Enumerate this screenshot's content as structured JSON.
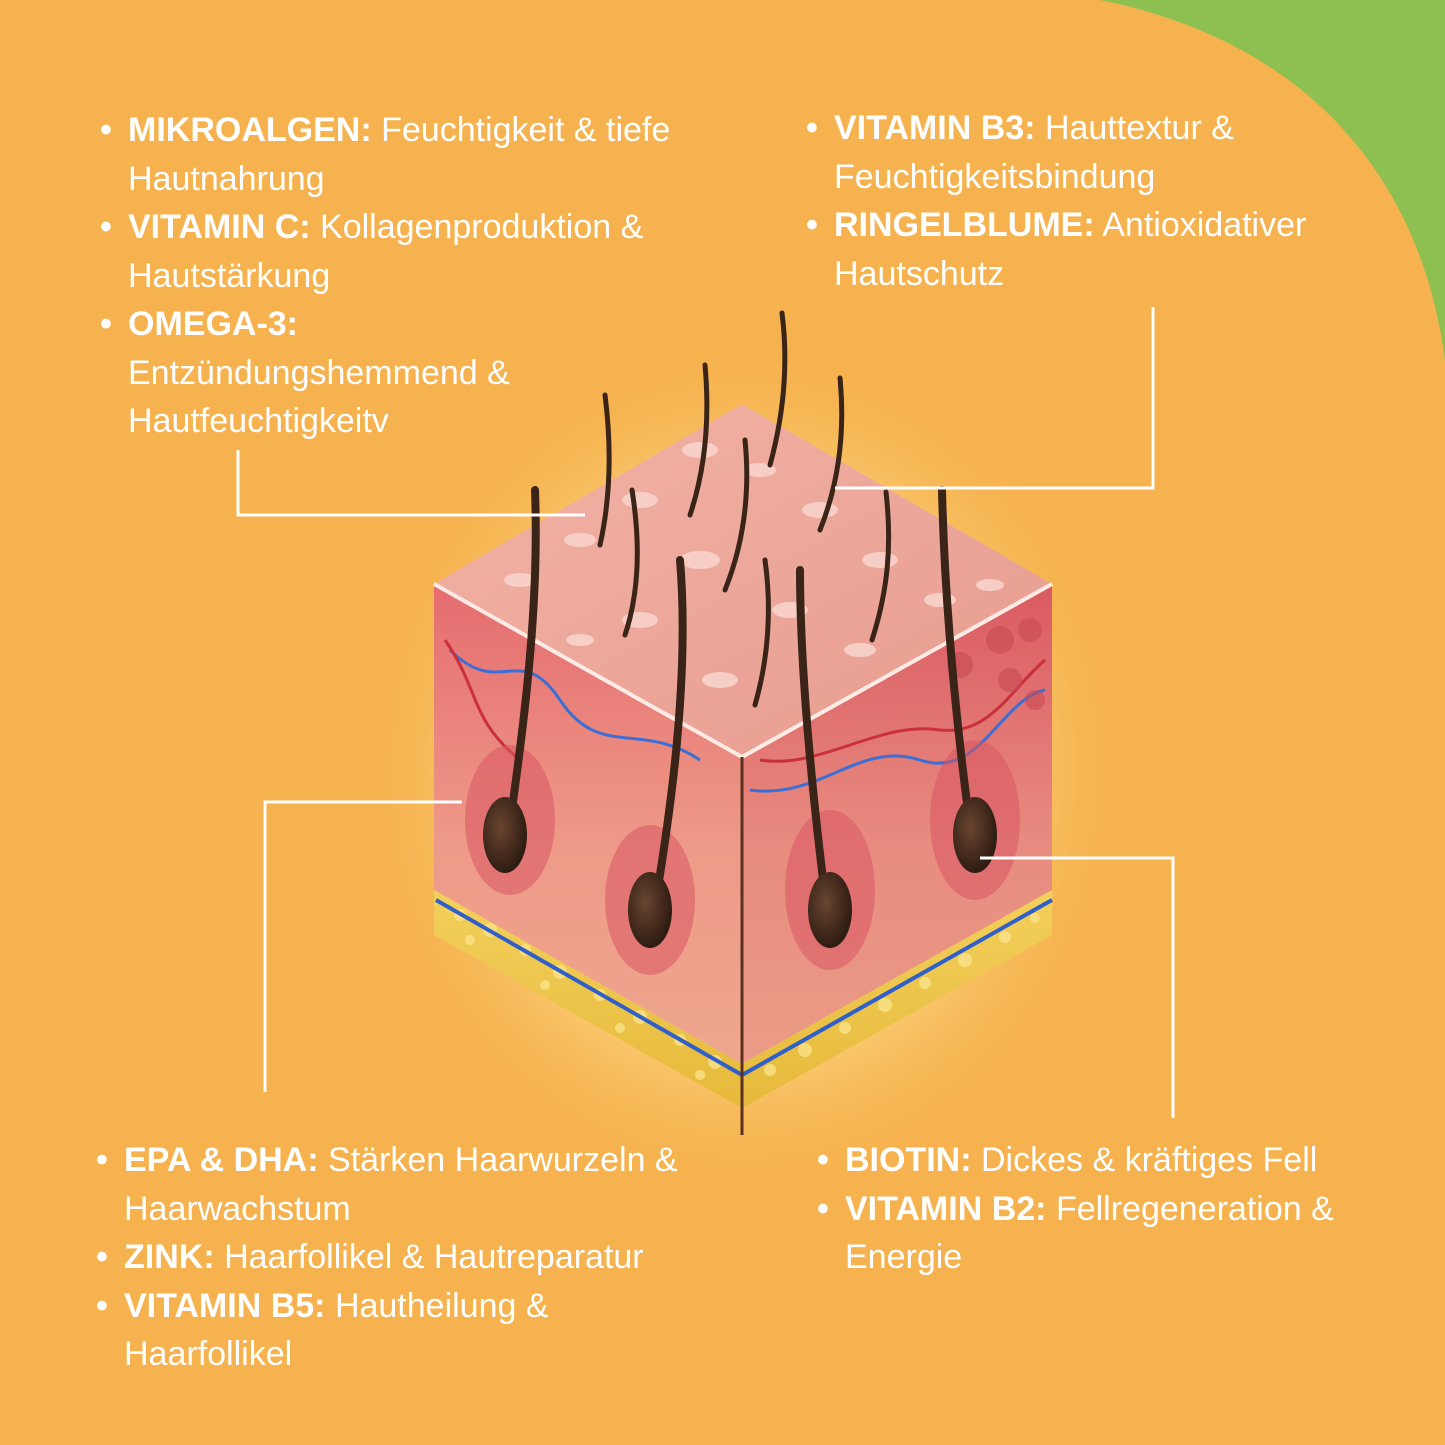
{
  "colors": {
    "background": "#F6B24E",
    "accent_green": "#8DC051",
    "text": "#FFFFFF",
    "connector": "#FFFFFF"
  },
  "diagram": {
    "image": "skin-cross-section-cube-with-hair-follicles",
    "blocks": {
      "top_left": [
        {
          "title": "MIKROALGEN:",
          "text": "Feuchtigkeit & tiefe Hautnahrung"
        },
        {
          "title": "VITAMIN C:",
          "text": "Kollagenproduktion & Hautstärkung"
        },
        {
          "title": "OMEGA-3:",
          "text": "Entzündungshemmend & Hautfeuchtigkeitv"
        }
      ],
      "top_right": [
        {
          "title": "VITAMIN B3:",
          "text": "Hauttextur & Feuchtigkeitsbindung"
        },
        {
          "title": "RINGELBLUME:",
          "text": "Antioxidativer Hautschutz"
        }
      ],
      "bottom_left": [
        {
          "title": "EPA & DHA:",
          "text": "Stärken Haarwurzeln & Haarwachstum"
        },
        {
          "title": "ZINK:",
          "text": "Haarfollikel & Hautreparatur"
        },
        {
          "title": "VITAMIN B5:",
          "text": "Hautheilung & Haarfollikel"
        }
      ],
      "bottom_right": [
        {
          "title": "BIOTIN:",
          "text": "Dickes & kräftiges Fell"
        },
        {
          "title": "VITAMIN B2:",
          "text": "Fellregeneration & Energie"
        }
      ]
    }
  }
}
